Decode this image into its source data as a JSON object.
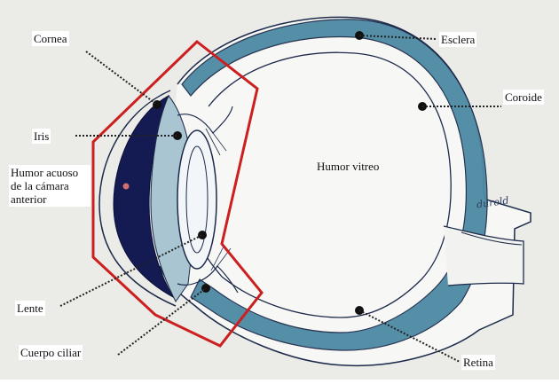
{
  "image": {
    "title": "",
    "colors": {
      "paper": "#ebebe8",
      "outline": "#1d2a4a",
      "choroid_fill": "#4d8aa3",
      "anterior_chamber": "#141a52",
      "lens_fill": "#f3f6f8",
      "highlight_box": "#cc1f1f",
      "dot": "#111111",
      "aqueous_dot": "#d07070"
    },
    "labels": {
      "cornea": "Cornea",
      "iris": "Iris",
      "humor_acuoso": "Humor acuoso de la cámara anterior",
      "lente": "Lente",
      "cuerpo_ciliar": "Cuerpo ciliar",
      "esclera": "Esclera",
      "coroide": "Coroide",
      "humor_vitreo": "Humor vitreo",
      "retina": "Retina"
    },
    "signature": "durold"
  }
}
